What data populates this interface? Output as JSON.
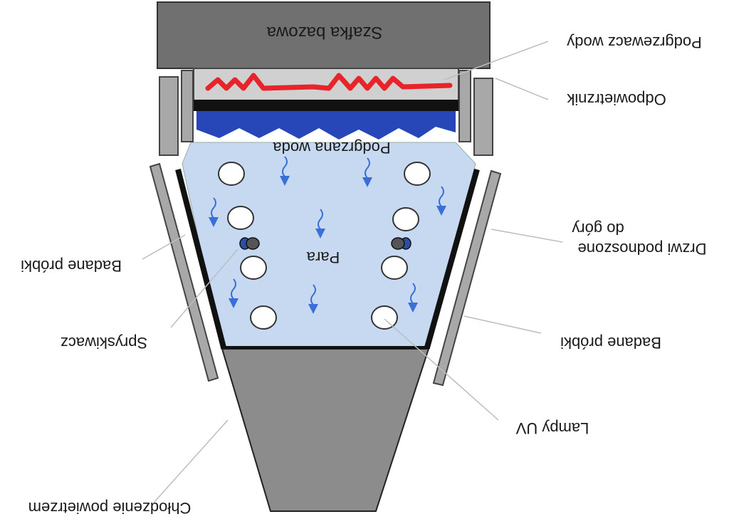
{
  "labels": {
    "cabinet": "Szafka bazowa",
    "heater": "Podgrzewacz wody",
    "vent": "Odpowietrznik",
    "heated_water": "Podgrzana woda",
    "steam": "Para",
    "door_line1": "Drzwi podnoszone",
    "door_line2": "do góry",
    "samples_left": "Badane próbki",
    "sprayer": "Spryskiwacz",
    "samples_right": "Badane próbki",
    "uv_lamps": "Lampy UV",
    "air_cooling": "Chłodzenie powietrzem"
  },
  "colors": {
    "cabinet": "#707070",
    "steam_chamber": "#c6d9f1",
    "water": "#2747b8",
    "heater_wire": "#e8232a",
    "panel": "#a8a8a8",
    "arrow": "#3a6fd8",
    "funnel": "#8c8c8c",
    "sprayer": "#2b4fa8"
  }
}
